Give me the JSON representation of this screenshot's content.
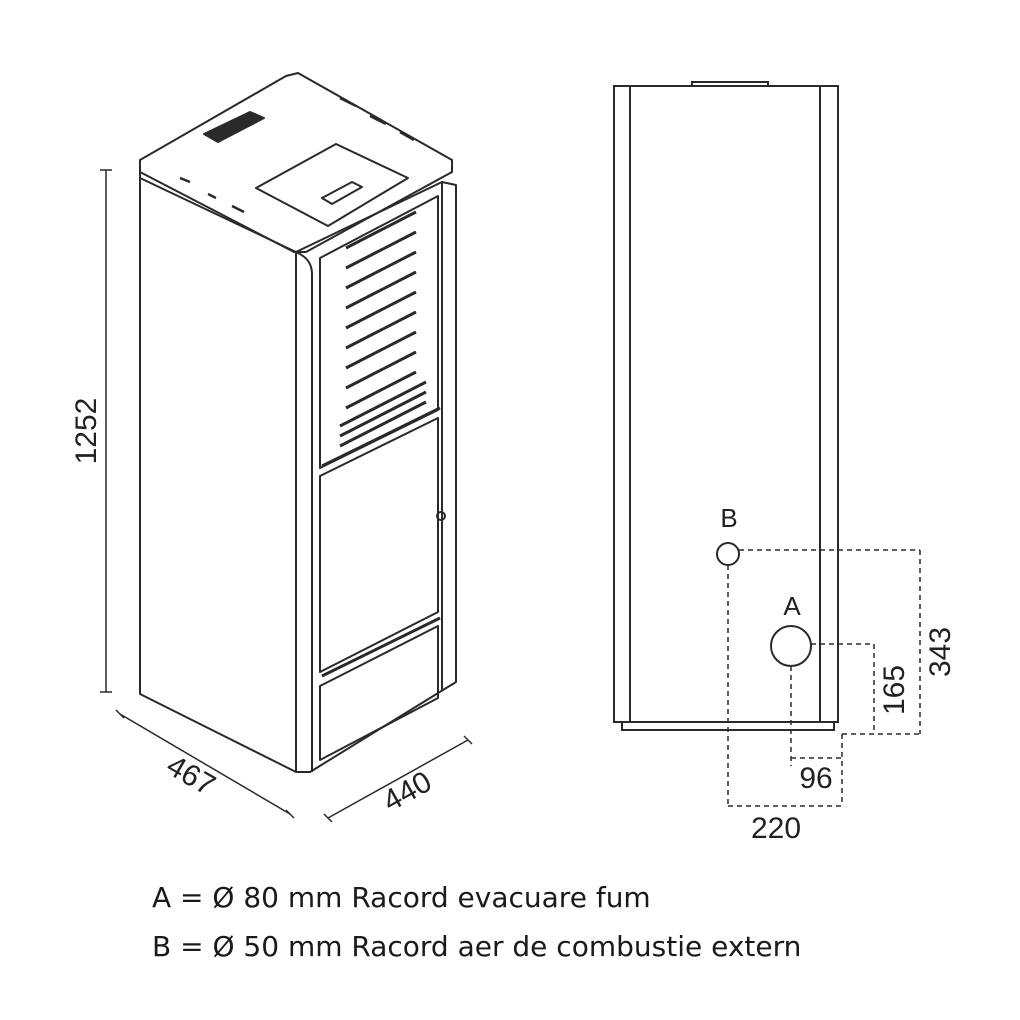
{
  "dimensions": {
    "height": "1252",
    "depth": "467",
    "width": "440",
    "b_height": "343",
    "a_height": "165",
    "a_offset": "96",
    "b_offset": "220"
  },
  "connections": {
    "a_label": "A",
    "b_label": "B"
  },
  "legend": [
    "A = Ø 80 mm Racord evacuare fum",
    "B = Ø 50 mm Racord aer de combustie extern"
  ]
}
